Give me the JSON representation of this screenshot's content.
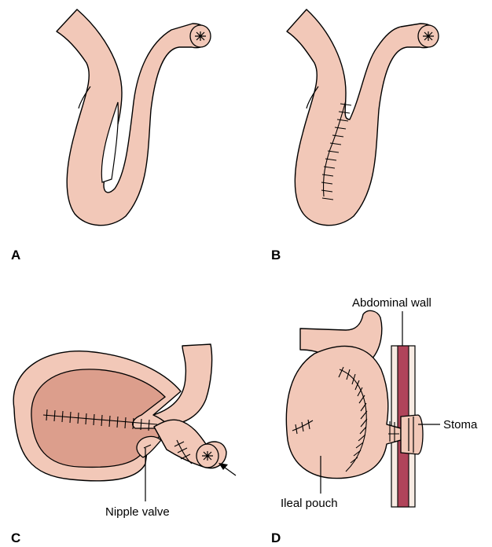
{
  "panels": {
    "a": {
      "letter": "A"
    },
    "b": {
      "letter": "B"
    },
    "c": {
      "letter": "C",
      "label_nipple_valve": "Nipple valve"
    },
    "d": {
      "letter": "D",
      "label_abdominal_wall": "Abdominal wall",
      "label_stoma": "Stoma",
      "label_ileal_pouch": "Ileal pouch"
    }
  },
  "colors": {
    "bowel": "#f2c8b8",
    "pouch_lumen": "#dc9e8c",
    "abdominal_wall": "#b0445a",
    "outline": "#000000"
  }
}
